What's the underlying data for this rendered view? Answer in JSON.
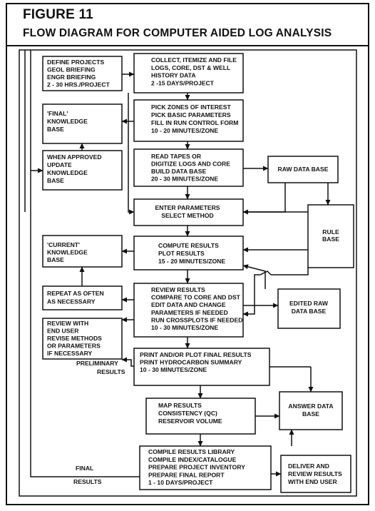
{
  "figure": {
    "number": "FIGURE   11",
    "title": "FLOW DIAGRAM FOR COMPUTER AIDED LOG ANALYSIS"
  },
  "boxes": {
    "define_projects": [
      "DEFINE PROJECTS",
      "GEOL BRIEFING",
      "ENGR BRIEFING",
      "2 - 30 HRS./PROJECT"
    ],
    "collect": [
      "COLLECT, ITEMIZE AND FILE",
      "LOGS, CORE, DST & WELL",
      "HISTORY DATA",
      "2 -15 DAYS/PROJECT"
    ],
    "final_kb": [
      "'FINAL'",
      "KNOWLEDGE",
      "BASE"
    ],
    "pick_zones": [
      "PICK ZONES OF INTEREST",
      "PICK BASIC PARAMETERS",
      "FILL IN RUN CONTROL FORM",
      "10 - 20 MINUTES/ZONE"
    ],
    "when_approved": [
      "WHEN APPROVED",
      "UPDATE",
      "KNOWLEDGE",
      "BASE"
    ],
    "read_tapes": [
      "READ TAPES OR",
      "DIGITIZE LOGS AND CORE",
      "BUILD DATA BASE",
      "20 - 30 MINUTES/ZONE"
    ],
    "raw_data": [
      "RAW DATA BASE"
    ],
    "enter_params": [
      "ENTER PARAMETERS",
      "SELECT METHOD"
    ],
    "rule_base": [
      "RULE",
      "BASE"
    ],
    "current_kb": [
      "'CURRENT'",
      "KNOWLEDGE",
      "BASE"
    ],
    "compute": [
      "COMPUTE RESULTS",
      "PLOT RESULTS",
      "15 - 20 MINUTES/ZONE"
    ],
    "repeat": [
      "REPEAT AS OFTEN",
      "AS NECESSARY"
    ],
    "review_results": [
      "REVIEW RESULTS",
      "COMPARE TO CORE AND DST",
      "EDIT DATA AND CHANGE",
      "PARAMETERS IF NEEDED",
      "RUN CROSSPLOTS IF NEEDED",
      "10 - 30 MINUTES/ZONE"
    ],
    "edited_raw": [
      "EDITED RAW",
      "DATA BASE"
    ],
    "review_user": [
      "REVIEW WITH",
      "END USER",
      "REVISE METHODS",
      "OR PARAMETERS",
      "IF NECESSARY"
    ],
    "print_final": [
      "PRINT AND/OR PLOT FINAL RESULTS",
      "PRINT HYDROCARBON SUMMARY",
      "10 - 30 MINUTES/ZONE"
    ],
    "answer_data": [
      "ANSWER DATA",
      "BASE"
    ],
    "map_results": [
      "MAP RESULTS",
      "CONSISTENCY (QC)",
      "RESERVOIR VOLUME"
    ],
    "compile": [
      "COMPILE RESULTS LIBRARY",
      "COMPILE INDEX/CATALOGUE",
      "PREPARE PROJECT INVENTORY",
      "PREPARE FINAL REPORT",
      "1 - 10 DAYS/PROJECT"
    ],
    "deliver": [
      "DELIVER AND",
      "REVIEW  RESULTS",
      "WITH END USER"
    ]
  },
  "labels": {
    "preliminary": "PRELIMINARY",
    "results_prelim": "RESULTS",
    "final": "FINAL",
    "results_final": "RESULTS"
  }
}
